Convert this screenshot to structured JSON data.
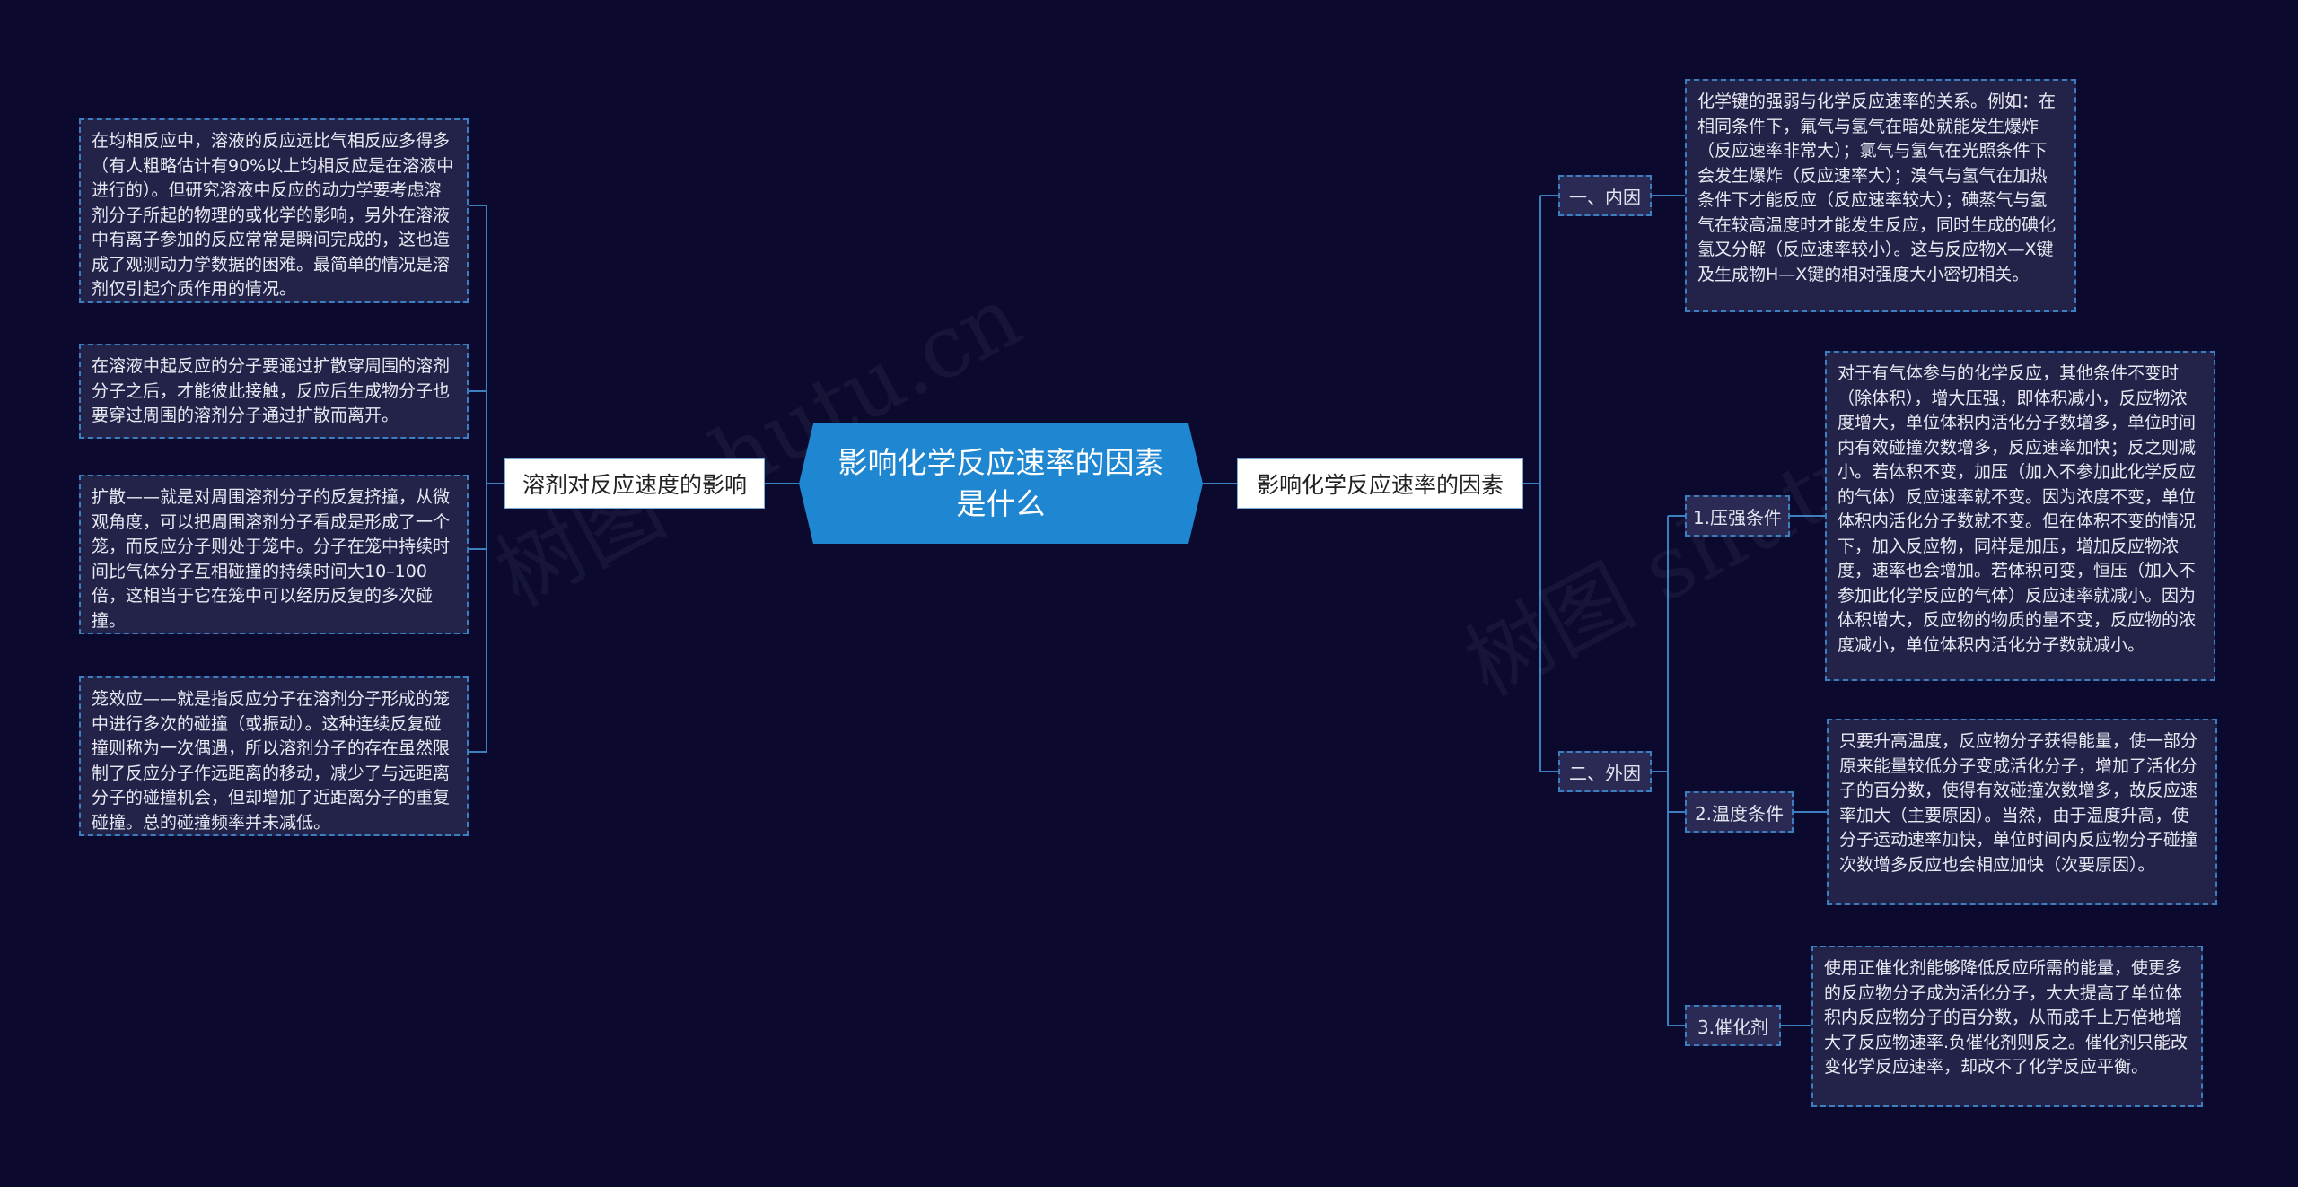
{
  "central": "影响化学反应速率的因素是什么",
  "left_branch": {
    "label": "溶剂对反应速度的影响",
    "leaves": [
      "在均相反应中，溶液的反应远比气相反应多得多（有人粗略估计有90%以上均相反应是在溶液中进行的）。但研究溶液中反应的动力学要考虑溶剂分子所起的物理的或化学的影响，另外在溶液中有离子参加的反应常常是瞬间完成的，这也造成了观测动力学数据的困难。最简单的情况是溶剂仅引起介质作用的情况。",
      "在溶液中起反应的分子要通过扩散穿周围的溶剂分子之后，才能彼此接触，反应后生成物分子也要穿过周围的溶剂分子通过扩散而离开。",
      "扩散——就是对周围溶剂分子的反复挤撞，从微观角度，可以把周围溶剂分子看成是形成了一个笼，而反应分子则处于笼中。分子在笼中持续时间比气体分子互相碰撞的持续时间大10–100倍，这相当于它在笼中可以经历反复的多次碰撞。",
      "笼效应——就是指反应分子在溶剂分子形成的笼中进行多次的碰撞（或振动）。这种连续反复碰撞则称为一次偶遇，所以溶剂分子的存在虽然限制了反应分子作远距离的移动，减少了与远距离分子的碰撞机会，但却增加了近距离分子的重复碰撞。总的碰撞频率并未减低。"
    ]
  },
  "right_branch": {
    "label": "影响化学反应速率的因素",
    "internal": {
      "label": "一、内因",
      "leaf": "化学键的强弱与化学反应速率的关系。例如：在相同条件下，氟气与氢气在暗处就能发生爆炸（反应速率非常大）；氯气与氢气在光照条件下会发生爆炸（反应速率大）；溴气与氢气在加热条件下才能反应（反应速率较大）；碘蒸气与氢气在较高温度时才能发生反应，同时生成的碘化氢又分解（反应速率较小）。这与反应物X—X键及生成物H—X键的相对强度大小密切相关。"
    },
    "external": {
      "label": "二、外因",
      "children": [
        {
          "label": "1.压强条件",
          "leaf": "对于有气体参与的化学反应，其他条件不变时（除体积），增大压强，即体积减小，反应物浓度增大，单位体积内活化分子数增多，单位时间内有效碰撞次数增多，反应速率加快；反之则减小。若体积不变，加压（加入不参加此化学反应的气体）反应速率就不变。因为浓度不变，单位体积内活化分子数就不变。但在体积不变的情况下，加入反应物，同样是加压，增加反应物浓度，速率也会增加。若体积可变，恒压（加入不参加此化学反应的气体）反应速率就减小。因为体积增大，反应物的物质的量不变，反应物的浓度减小，单位体积内活化分子数就减小。"
        },
        {
          "label": "2.温度条件",
          "leaf": "只要升高温度，反应物分子获得能量，使一部分原来能量较低分子变成活化分子，增加了活化分子的百分数，使得有效碰撞次数增多，故反应速率加大（主要原因）。当然，由于温度升高，使分子运动速率加快，单位时间内反应物分子碰撞次数增多反应也会相应加快（次要原因）。"
        },
        {
          "label": "3.催化剂",
          "leaf": "使用正催化剂能够降低反应所需的能量，使更多的反应物分子成为活化分子，大大提高了单位体积内反应物分子的百分数，从而成千上万倍地增大了反应物速率.负催化剂则反之。催化剂只能改变化学反应速率，却改不了化学反应平衡。"
        }
      ]
    }
  },
  "watermark": "树图 shutu.cn",
  "colors": {
    "background": "#0b0a2e",
    "central": "#1f86d1",
    "connector": "#3c7fc1"
  }
}
